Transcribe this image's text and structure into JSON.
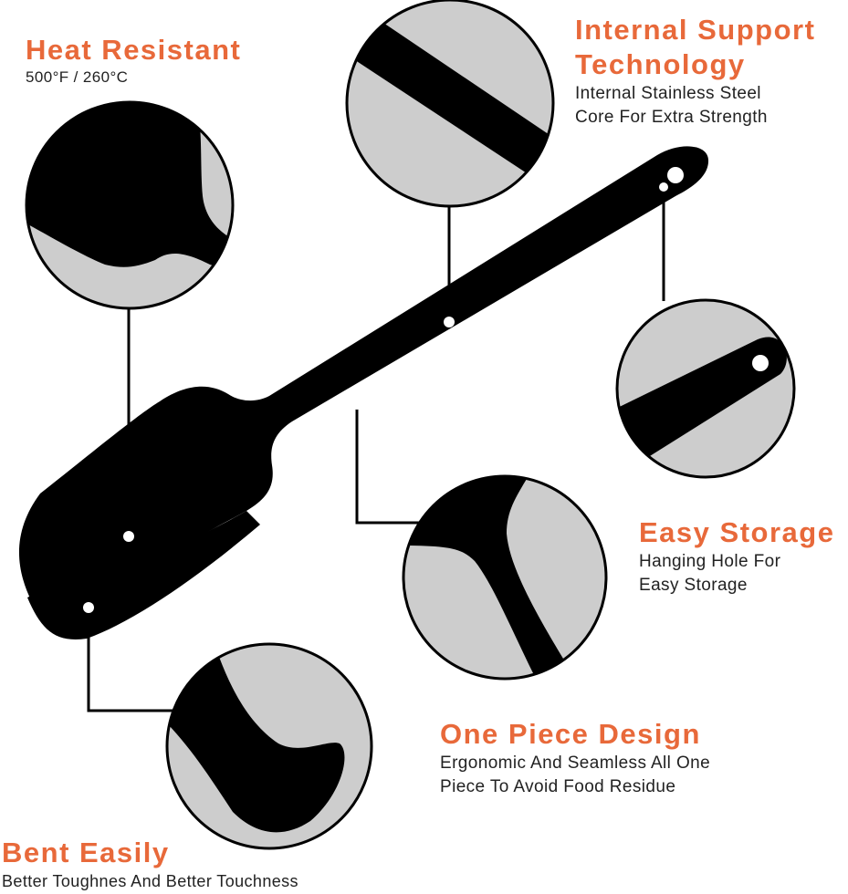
{
  "colors": {
    "accent": "#e8693a",
    "text": "#222222",
    "circle_fill": "#cdcdcd",
    "product": "#000000",
    "background": "#ffffff"
  },
  "features": {
    "heat": {
      "title": "Heat Resistant",
      "desc_lines": [
        "500°F / 260°C"
      ]
    },
    "support": {
      "title_lines": [
        "Internal Support",
        "Technology"
      ],
      "desc_lines": [
        "Internal Stainless Steel",
        "Core For Extra Strength"
      ]
    },
    "storage": {
      "title": "Easy Storage",
      "desc_lines": [
        "Hanging Hole For",
        "Easy Storage"
      ]
    },
    "design": {
      "title": "One Piece Design",
      "desc_lines": [
        "Ergonomic And Seamless All One",
        "Piece To Avoid Food Residue"
      ]
    },
    "bent": {
      "title": "Bent Easily",
      "desc_lines": [
        "Better Toughnes And Better Touchness"
      ]
    }
  }
}
